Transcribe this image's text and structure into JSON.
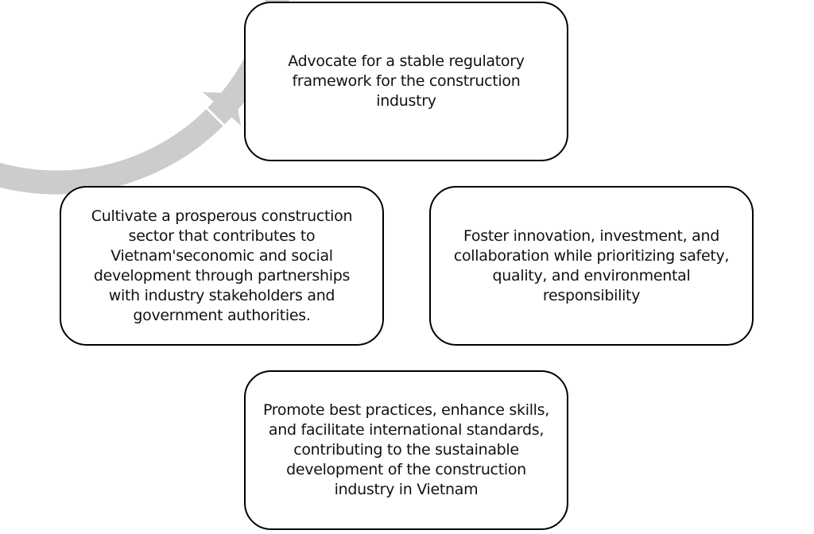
{
  "diagram": {
    "type": "cycle",
    "ring_color": "#cccccc",
    "border_color": "#000000",
    "direction": "clockwise",
    "steps": [
      {
        "position": "top",
        "text": "Advocate for a stable regulatory framework for the construction industry"
      },
      {
        "position": "right",
        "text": "Foster innovation, investment, and collaboration while prioritizing safety, quality, and environmental responsibility"
      },
      {
        "position": "bottom",
        "text": "Promote best practices, enhance skills, and facilitate international standards, contributing to the sustainable development of the construction industry in Vietnam"
      },
      {
        "position": "left",
        "text": "Cultivate a prosperous construction sector that contributes to Vietnam'seconomic and social development through partnerships with industry stakeholders and government authorities."
      }
    ]
  }
}
